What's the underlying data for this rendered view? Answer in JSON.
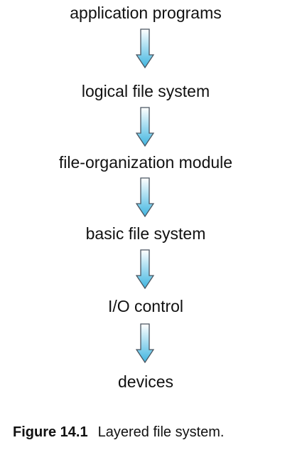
{
  "diagram": {
    "layers": [
      "application programs",
      "logical file system",
      "file-organization module",
      "basic file system",
      "I/O control",
      "devices"
    ],
    "arrow_fill_color": "#3fb5e0",
    "arrow_stroke_color": "#4a5560"
  },
  "caption": {
    "figure_number": "Figure 14.1",
    "text": "Layered file system."
  }
}
